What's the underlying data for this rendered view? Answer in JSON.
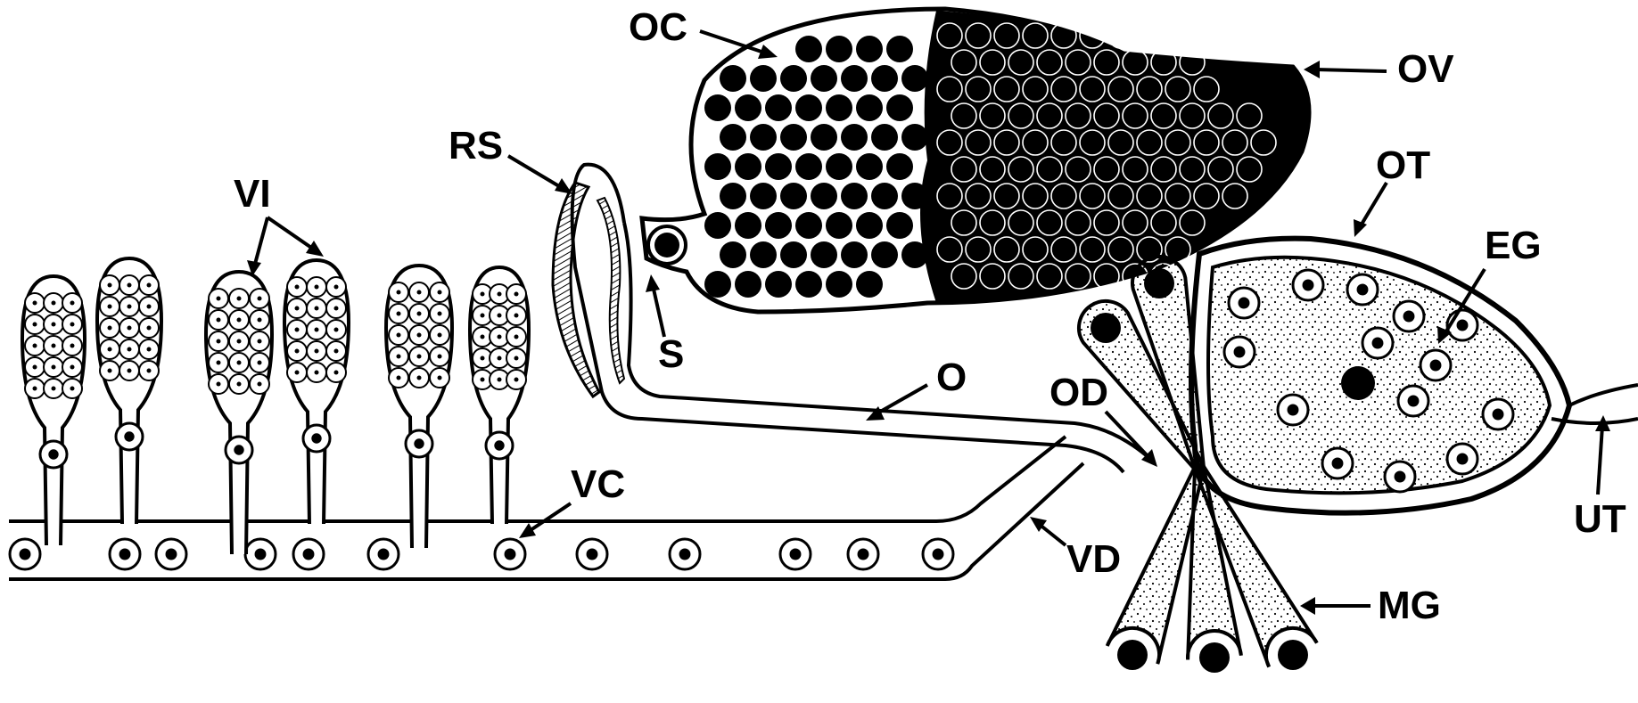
{
  "labels": {
    "oc": "OC",
    "ov": "OV",
    "rs": "RS",
    "vi": "VI",
    "ot": "OT",
    "eg": "EG",
    "s": "S",
    "o": "O",
    "od": "OD",
    "vc": "VC",
    "vd": "VD",
    "ut": "UT",
    "mg": "MG"
  },
  "colors": {
    "ink": "#000000",
    "paper": "#ffffff"
  }
}
